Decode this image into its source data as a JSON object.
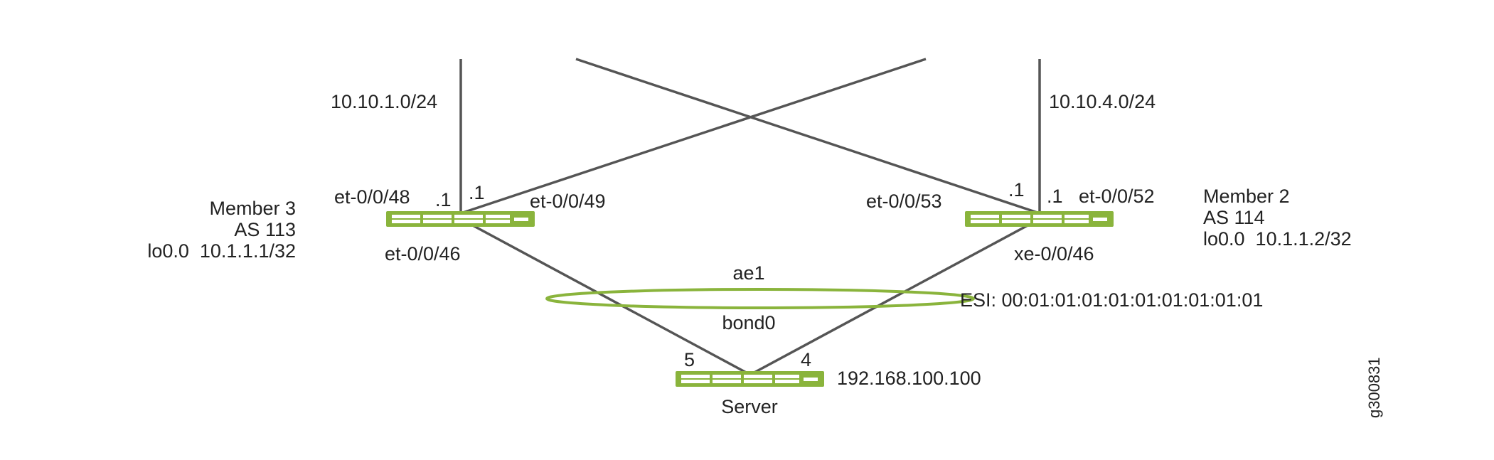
{
  "colors": {
    "device": "#8ab43c",
    "link": "#555555",
    "text": "#222222",
    "lag": "#8ab43c"
  },
  "devices": {
    "member3": {
      "name": "Member 3",
      "as": "AS 113",
      "loopback": "lo0.0  10.1.1.1/32"
    },
    "member2": {
      "name": "Member 2",
      "as": "AS 114",
      "loopback": "lo0.0  10.1.1.2/32"
    },
    "server": {
      "name": "Server",
      "ip": "192.168.100.100"
    }
  },
  "subnets": {
    "left": "10.10.1.0/24",
    "right": "10.10.4.0/24"
  },
  "interfaces": {
    "m3_up": "et-0/0/48",
    "m3_cross": "et-0/0/49",
    "m3_down": "et-0/0/46",
    "m2_cross": "et-0/0/53",
    "m2_up": "et-0/0/52",
    "m2_down": "xe-0/0/46"
  },
  "addresses": {
    "m3_up": ".1",
    "m3_cross": ".1",
    "m2_cross": ".1",
    "m2_up": ".1"
  },
  "server_ports": {
    "left": "5",
    "right": "4"
  },
  "lag": {
    "switch_side": "ae1",
    "server_side": "bond0",
    "esi": "ESI: 00:01:01:01:01:01:01:01:01:01"
  },
  "figure_id": "g300831"
}
